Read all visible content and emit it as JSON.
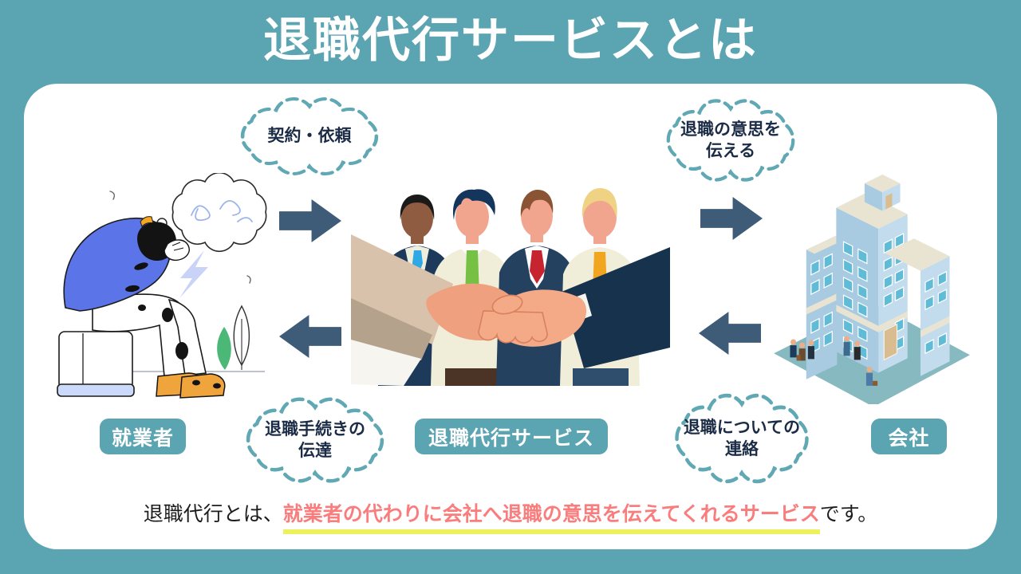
{
  "title": "退職代行サービスとは",
  "colors": {
    "background": "#5BA4B1",
    "card": "#FFFFFF",
    "cloud_border": "#5FA8B4",
    "bubble_text": "#1C2C46",
    "arrow": "#3E5C78",
    "label_badge": "#5BA4B1",
    "highlight_red": "#F97D7D",
    "underline_yellow": "#EDF15B"
  },
  "bubbles": [
    {
      "line1": "契約・依頼",
      "line2": ""
    },
    {
      "line1": "退職の意思を",
      "line2": "伝える"
    },
    {
      "line1": "退職手続きの",
      "line2": "伝達"
    },
    {
      "line1": "退職についての",
      "line2": "連絡"
    }
  ],
  "entities": {
    "worker": "就業者",
    "service": "退職代行サービス",
    "company": "会社"
  },
  "illustrations": {
    "left": "stressed-worker-illustration",
    "center": "handshake-team-illustration",
    "right": "office-building-illustration"
  },
  "footer": {
    "prefix": "退職代行とは、",
    "highlight": "就業者の代わりに会社へ退職の意思を伝えてくれるサービス",
    "suffix": "です。"
  }
}
